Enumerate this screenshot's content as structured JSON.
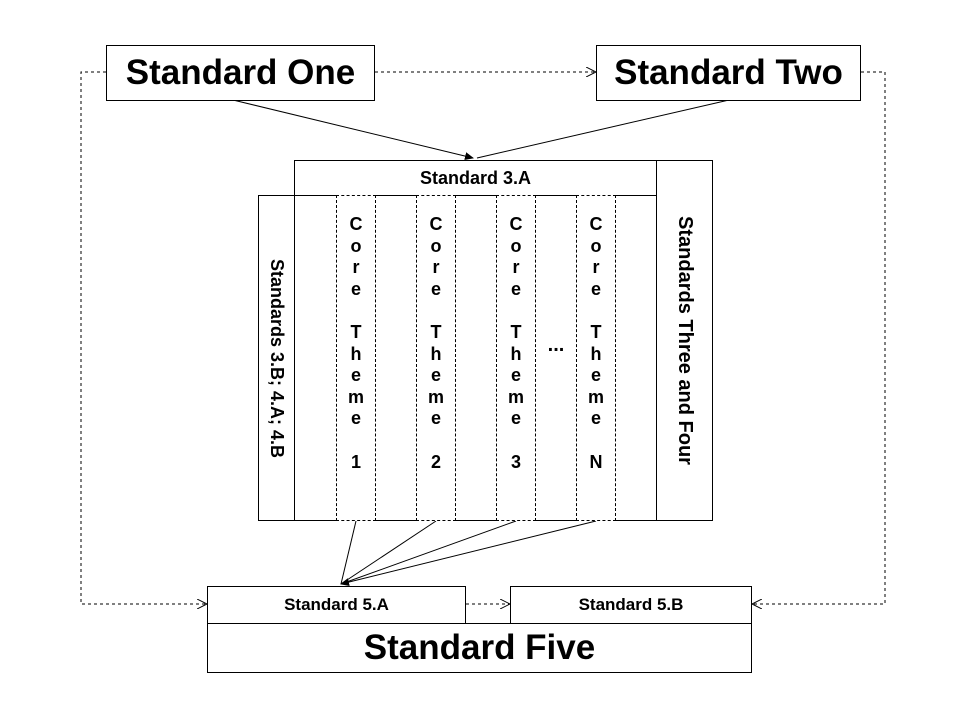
{
  "top": {
    "left_label": "Standard One",
    "right_label": "Standard Two"
  },
  "standard_3a": "Standard 3.A",
  "left_vertical": "Standards 3.B; 4.A; 4.B",
  "right_vertical": "Standards Three and Four",
  "ellipsis": "...",
  "core_themes": [
    {
      "chars": [
        "C",
        "o",
        "r",
        "e",
        "",
        "T",
        "h",
        "e",
        "m",
        "e",
        "",
        "1"
      ]
    },
    {
      "chars": [
        "C",
        "o",
        "r",
        "e",
        "",
        "T",
        "h",
        "e",
        "m",
        "e",
        "",
        "2"
      ]
    },
    {
      "chars": [
        "C",
        "o",
        "r",
        "e",
        "",
        "T",
        "h",
        "e",
        "m",
        "e",
        "",
        "3"
      ]
    },
    {
      "chars": [
        "C",
        "o",
        "r",
        "e",
        "",
        "T",
        "h",
        "e",
        "m",
        "e",
        "",
        "N"
      ]
    }
  ],
  "bottom": {
    "label_5a": "Standard 5.A",
    "label_5b": "Standard 5.B",
    "title": "Standard Five"
  }
}
